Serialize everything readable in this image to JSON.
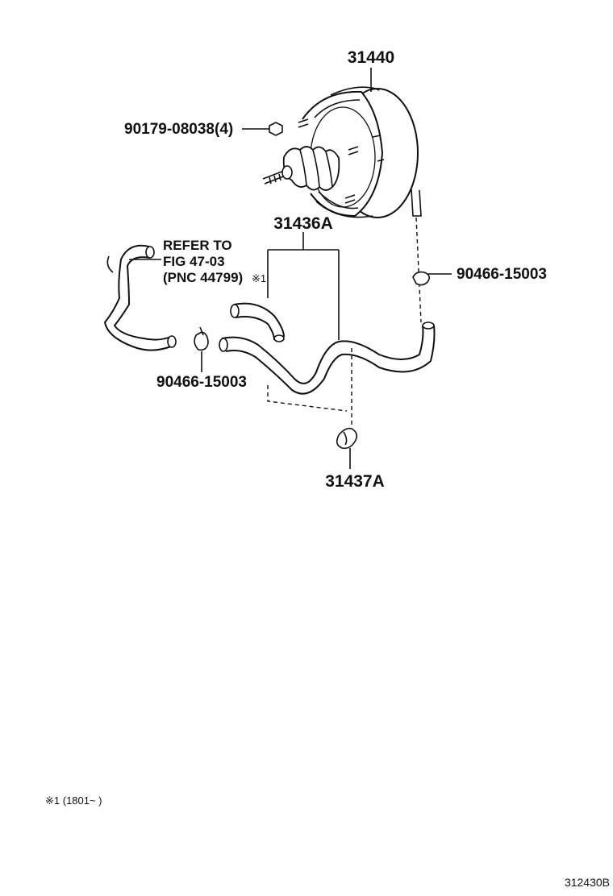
{
  "labels": {
    "booster": "31440",
    "nut": "90179-08038(4)",
    "clip_right": "90466-15003",
    "hose_assy": "31436A",
    "refer_line1": "REFER TO",
    "refer_line2": "FIG 47-03",
    "refer_line3": "(PNC 44799)",
    "refer_mark": "※1",
    "clip_left": "90466-15003",
    "clamp": "31437A"
  },
  "footnote": "※1 (1801~      )",
  "figure_code": "312430B"
}
